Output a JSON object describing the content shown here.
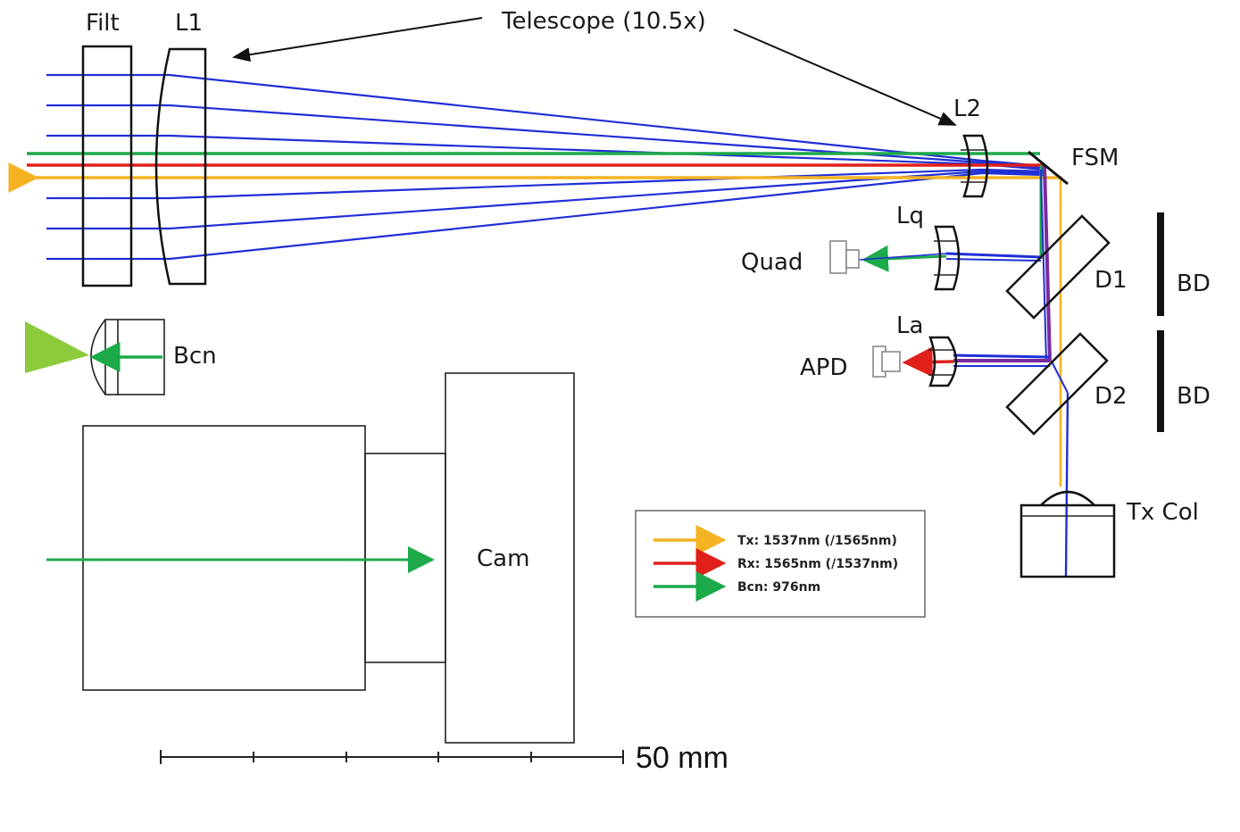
{
  "labels": {
    "filt": "Filt",
    "l1": "L1",
    "telescope": "Telescope (10.5x)",
    "l2": "L2",
    "fsm": "FSM",
    "lq": "Lq",
    "quad": "Quad",
    "d1": "D1",
    "bd_top": "BD",
    "la": "La",
    "apd": "APD",
    "d2": "D2",
    "bd_bottom": "BD",
    "bcn": "Bcn",
    "cam": "Cam",
    "tx_col": "Tx Col",
    "scale": "50 mm"
  },
  "legend": [
    {
      "label": "Tx: 1537nm  (/1565nm)",
      "color": "#F5B324"
    },
    {
      "label": "Rx: 1565nm  (/1537nm)",
      "color": "#E0201B"
    },
    {
      "label": "Bcn: 976nm",
      "color": "#1DAA4A"
    }
  ],
  "colors": {
    "blue": "#1F2FD6",
    "yellow": "#F5B324",
    "red": "#E0201B",
    "green": "#1DAA4A",
    "purple": "#7A2AA0",
    "beacon_cone": "#8CCB3C"
  }
}
